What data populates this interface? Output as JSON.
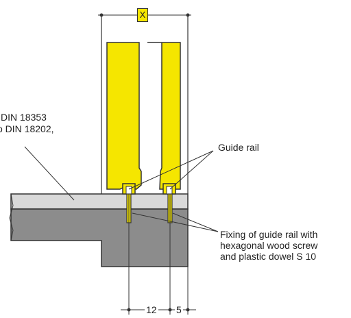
{
  "dimension_marker": "X",
  "labels": {
    "din_line1": "DIN 18353",
    "din_line2": "o DIN 18202,",
    "guide_rail": "Guide rail",
    "fixing_line1": "Fixing of guide rail with",
    "fixing_line2": "hexagonal wood screw",
    "fixing_line3": "and plastic dowel S 10"
  },
  "bottom_dimensions": {
    "left": "12",
    "right": "5"
  },
  "colors": {
    "panel_fill": "#f5e600",
    "screed": "#d9d9d9",
    "concrete": "#8c8c8c",
    "line": "#333333"
  }
}
